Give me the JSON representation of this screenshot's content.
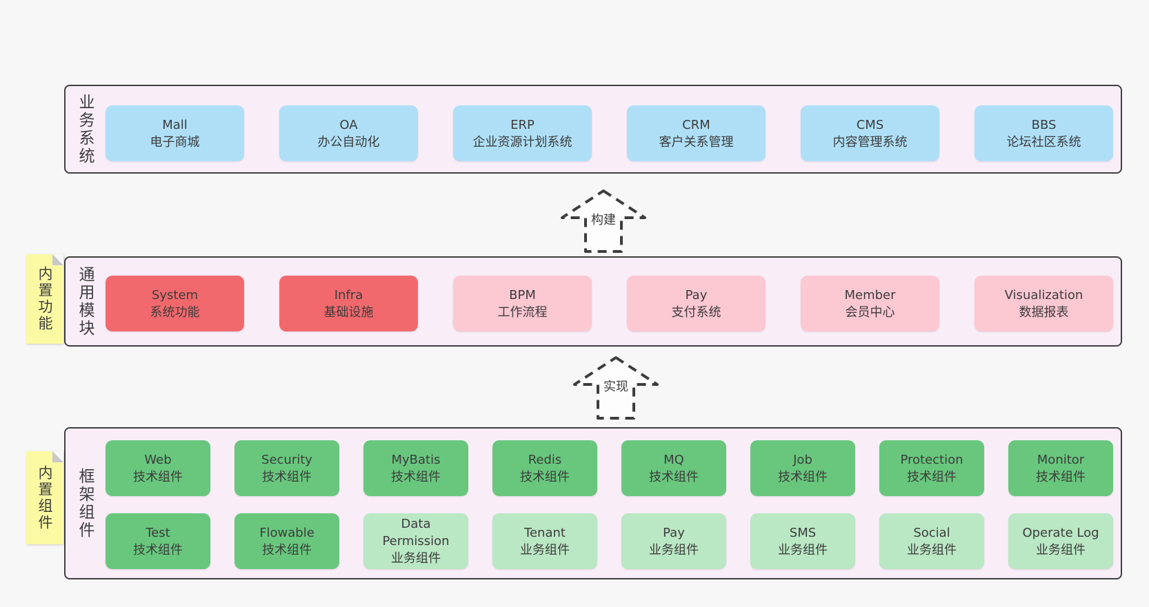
{
  "colors": {
    "page-bg": "#f7f7f7",
    "panel-bg": "#f9eef8",
    "panel-border": "#3f3f3f",
    "blue": "#aedff7",
    "red": "#f2696d",
    "pink": "#fcc8d2",
    "green": "#68c77d",
    "green-light": "#bae7c4",
    "sticky-bg": "#fbfaa3",
    "sticky-fold": "#c8c8c8",
    "text": "#3c3c3c",
    "arrow-line": "#3c3c3c",
    "arrow-fill": "#fdfdfd"
  },
  "arrows": [
    {
      "label": "构建"
    },
    {
      "label": "实现"
    }
  ],
  "layers": [
    {
      "id": "business",
      "side_label": "业务系统",
      "sticky": null,
      "rows": [
        [
          {
            "en": "Mall",
            "zh": "电子商城",
            "variant": "blue"
          },
          {
            "en": "OA",
            "zh": "办公自动化",
            "variant": "blue"
          },
          {
            "en": "ERP",
            "zh": "企业资源计划系统",
            "variant": "blue"
          },
          {
            "en": "CRM",
            "zh": "客户关系管理",
            "variant": "blue"
          },
          {
            "en": "CMS",
            "zh": "内容管理系统",
            "variant": "blue"
          },
          {
            "en": "BBS",
            "zh": "论坛社区系统",
            "variant": "blue"
          }
        ]
      ]
    },
    {
      "id": "modules",
      "side_label": "通用模块",
      "sticky": "内置功能",
      "rows": [
        [
          {
            "en": "System",
            "zh": "系统功能",
            "variant": "red"
          },
          {
            "en": "Infra",
            "zh": "基础设施",
            "variant": "red"
          },
          {
            "en": "BPM",
            "zh": "工作流程",
            "variant": "pink"
          },
          {
            "en": "Pay",
            "zh": "支付系统",
            "variant": "pink"
          },
          {
            "en": "Member",
            "zh": "会员中心",
            "variant": "pink"
          },
          {
            "en": "Visualization",
            "zh": "数据报表",
            "variant": "pink"
          }
        ]
      ]
    },
    {
      "id": "components",
      "side_label": "框架组件",
      "sticky": "内置组件",
      "rows": [
        [
          {
            "en": "Web",
            "zh": "技术组件",
            "variant": "green"
          },
          {
            "en": "Security",
            "zh": "技术组件",
            "variant": "green"
          },
          {
            "en": "MyBatis",
            "zh": "技术组件",
            "variant": "green"
          },
          {
            "en": "Redis",
            "zh": "技术组件",
            "variant": "green"
          },
          {
            "en": "MQ",
            "zh": "技术组件",
            "variant": "green"
          },
          {
            "en": "Job",
            "zh": "技术组件",
            "variant": "green"
          },
          {
            "en": "Protection",
            "zh": "技术组件",
            "variant": "green"
          },
          {
            "en": "Monitor",
            "zh": "技术组件",
            "variant": "green"
          }
        ],
        [
          {
            "en": "Test",
            "zh": "技术组件",
            "variant": "green"
          },
          {
            "en": "Flowable",
            "zh": "技术组件",
            "variant": "green"
          },
          {
            "en": "Data Permission",
            "zh": "业务组件",
            "variant": "green-light"
          },
          {
            "en": "Tenant",
            "zh": "业务组件",
            "variant": "green-light"
          },
          {
            "en": "Pay",
            "zh": "业务组件",
            "variant": "green-light"
          },
          {
            "en": "SMS",
            "zh": "业务组件",
            "variant": "green-light"
          },
          {
            "en": "Social",
            "zh": "业务组件",
            "variant": "green-light"
          },
          {
            "en": "Operate Log",
            "zh": "业务组件",
            "variant": "green-light"
          }
        ]
      ]
    }
  ]
}
